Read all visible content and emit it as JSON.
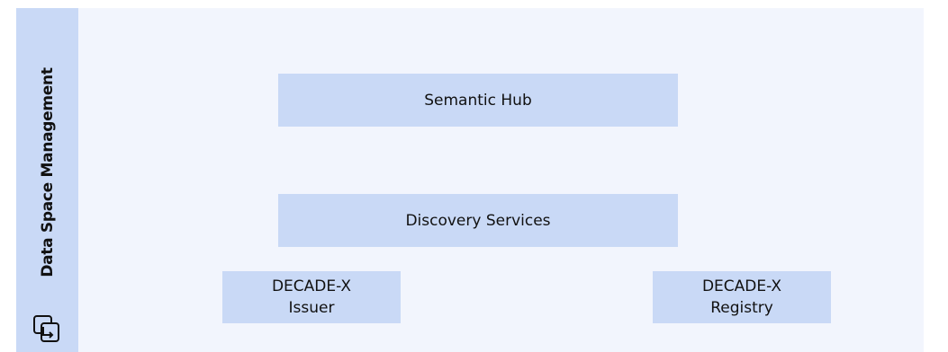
{
  "sidebar": {
    "title": "Data Space Management",
    "icon": "transfer-window-icon"
  },
  "components": {
    "semantic_hub": "Semantic Hub",
    "discovery_services": "Discovery Services",
    "issuer": {
      "line1": "DECADE-X",
      "line2": "Issuer"
    },
    "registry": {
      "line1": "DECADE-X",
      "line2": "Registry"
    }
  },
  "colors": {
    "sidebar_fill": "#c9d9f6",
    "panel_fill": "#f2f5fd",
    "box_fill": "#c9d9f6",
    "text": "#111111"
  }
}
